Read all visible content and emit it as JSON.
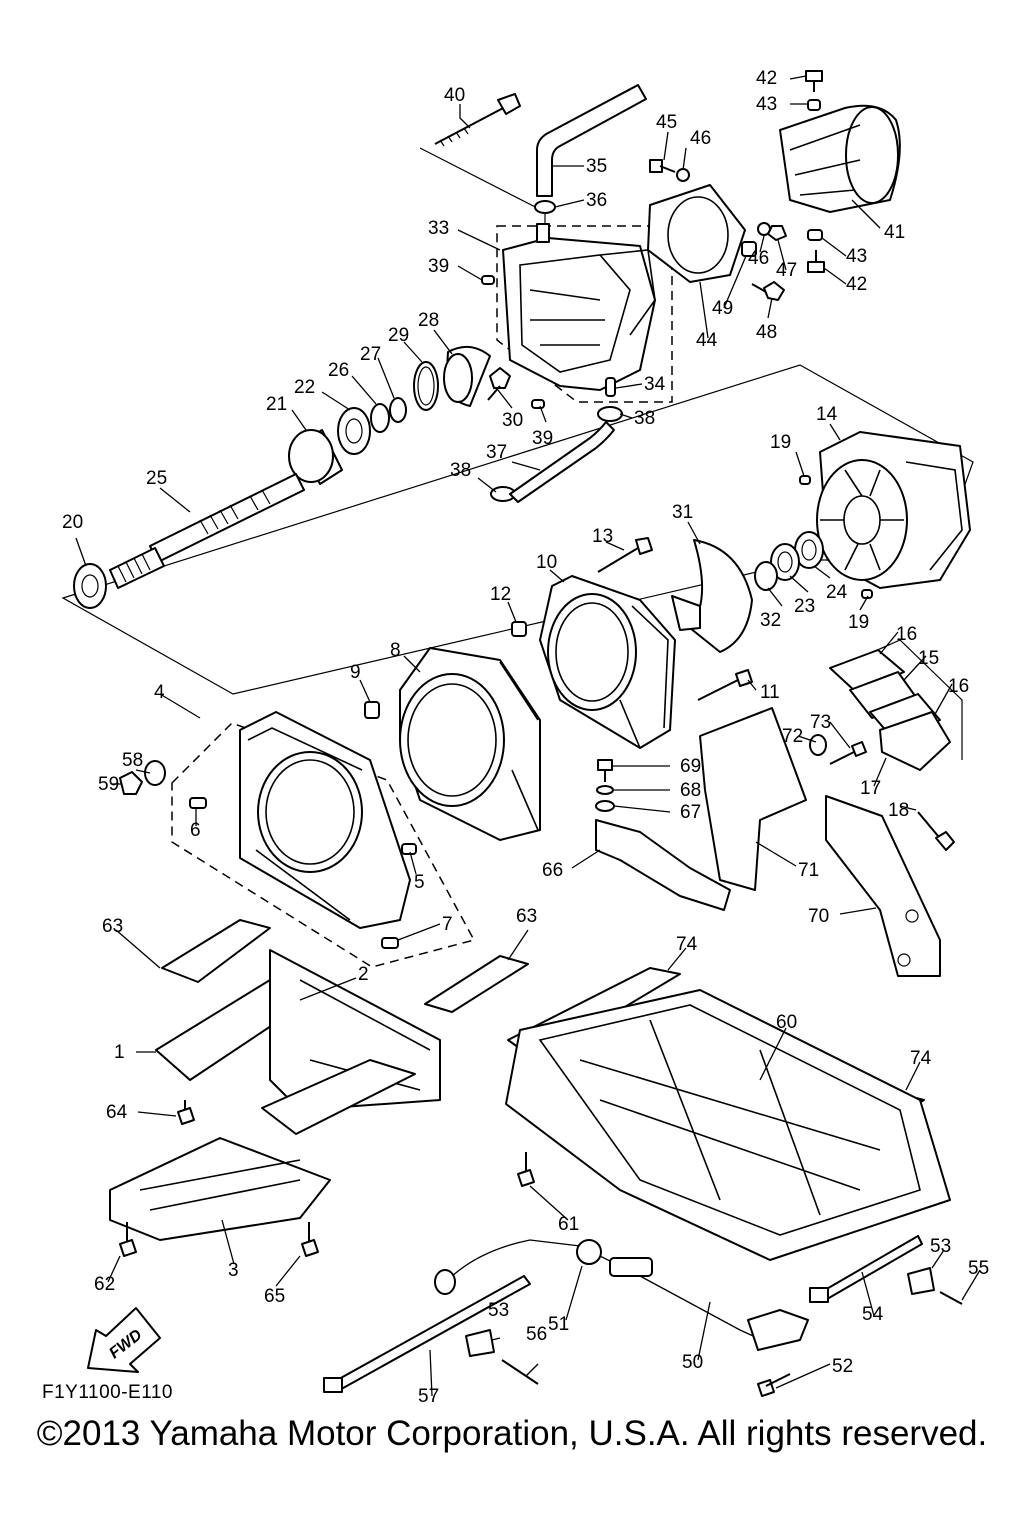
{
  "diagram": {
    "callouts": [
      {
        "id": "c40",
        "text": "40"
      },
      {
        "id": "c42a",
        "text": "42"
      },
      {
        "id": "c43a",
        "text": "43"
      },
      {
        "id": "c45",
        "text": "45"
      },
      {
        "id": "c46a",
        "text": "46"
      },
      {
        "id": "c35",
        "text": "35"
      },
      {
        "id": "c36",
        "text": "36"
      },
      {
        "id": "c33",
        "text": "33"
      },
      {
        "id": "c39a",
        "text": "39"
      },
      {
        "id": "c46b",
        "text": "46"
      },
      {
        "id": "c47",
        "text": "47"
      },
      {
        "id": "c41",
        "text": "41"
      },
      {
        "id": "c43b",
        "text": "43"
      },
      {
        "id": "c42b",
        "text": "42"
      },
      {
        "id": "c49",
        "text": "49"
      },
      {
        "id": "c48",
        "text": "48"
      },
      {
        "id": "c44",
        "text": "44"
      },
      {
        "id": "c28",
        "text": "28"
      },
      {
        "id": "c29",
        "text": "29"
      },
      {
        "id": "c27",
        "text": "27"
      },
      {
        "id": "c26",
        "text": "26"
      },
      {
        "id": "c22",
        "text": "22"
      },
      {
        "id": "c21",
        "text": "21"
      },
      {
        "id": "c34",
        "text": "34"
      },
      {
        "id": "c30",
        "text": "30"
      },
      {
        "id": "c39b",
        "text": "39"
      },
      {
        "id": "c38a",
        "text": "38"
      },
      {
        "id": "c14",
        "text": "14"
      },
      {
        "id": "c19a",
        "text": "19"
      },
      {
        "id": "c37",
        "text": "37"
      },
      {
        "id": "c38b",
        "text": "38"
      },
      {
        "id": "c25",
        "text": "25"
      },
      {
        "id": "c20",
        "text": "20"
      },
      {
        "id": "c31",
        "text": "31"
      },
      {
        "id": "c13",
        "text": "13"
      },
      {
        "id": "c10",
        "text": "10"
      },
      {
        "id": "c12",
        "text": "12"
      },
      {
        "id": "c32",
        "text": "32"
      },
      {
        "id": "c23",
        "text": "23"
      },
      {
        "id": "c24",
        "text": "24"
      },
      {
        "id": "c19b",
        "text": "19"
      },
      {
        "id": "c16a",
        "text": "16"
      },
      {
        "id": "c15",
        "text": "15"
      },
      {
        "id": "c16b",
        "text": "16"
      },
      {
        "id": "c9",
        "text": "9"
      },
      {
        "id": "c8",
        "text": "8"
      },
      {
        "id": "c11",
        "text": "11"
      },
      {
        "id": "c4",
        "text": "4"
      },
      {
        "id": "c58",
        "text": "58"
      },
      {
        "id": "c59",
        "text": "59"
      },
      {
        "id": "c6",
        "text": "6"
      },
      {
        "id": "c69",
        "text": "69"
      },
      {
        "id": "c68",
        "text": "68"
      },
      {
        "id": "c67",
        "text": "67"
      },
      {
        "id": "c73",
        "text": "73"
      },
      {
        "id": "c72",
        "text": "72"
      },
      {
        "id": "c17",
        "text": "17"
      },
      {
        "id": "c18",
        "text": "18"
      },
      {
        "id": "c5",
        "text": "5"
      },
      {
        "id": "c66",
        "text": "66"
      },
      {
        "id": "c71",
        "text": "71"
      },
      {
        "id": "c70",
        "text": "70"
      },
      {
        "id": "c7",
        "text": "7"
      },
      {
        "id": "c63a",
        "text": "63"
      },
      {
        "id": "c63b",
        "text": "63"
      },
      {
        "id": "c2",
        "text": "2"
      },
      {
        "id": "c74a",
        "text": "74"
      },
      {
        "id": "c60",
        "text": "60"
      },
      {
        "id": "c1",
        "text": "1"
      },
      {
        "id": "c74b",
        "text": "74"
      },
      {
        "id": "c64",
        "text": "64"
      },
      {
        "id": "c61",
        "text": "61"
      },
      {
        "id": "c62",
        "text": "62"
      },
      {
        "id": "c3",
        "text": "3"
      },
      {
        "id": "c65",
        "text": "65"
      },
      {
        "id": "c53a",
        "text": "53"
      },
      {
        "id": "c55",
        "text": "55"
      },
      {
        "id": "c54",
        "text": "54"
      },
      {
        "id": "c51",
        "text": "51"
      },
      {
        "id": "c53b",
        "text": "53"
      },
      {
        "id": "c56",
        "text": "56"
      },
      {
        "id": "c50",
        "text": "50"
      },
      {
        "id": "c52",
        "text": "52"
      },
      {
        "id": "c57",
        "text": "57"
      }
    ],
    "fwd_label": "FWD",
    "code": "F1Y1100-E110",
    "copyright": "©2013 Yamaha Motor Corporation, U.S.A. All rights reserved."
  }
}
